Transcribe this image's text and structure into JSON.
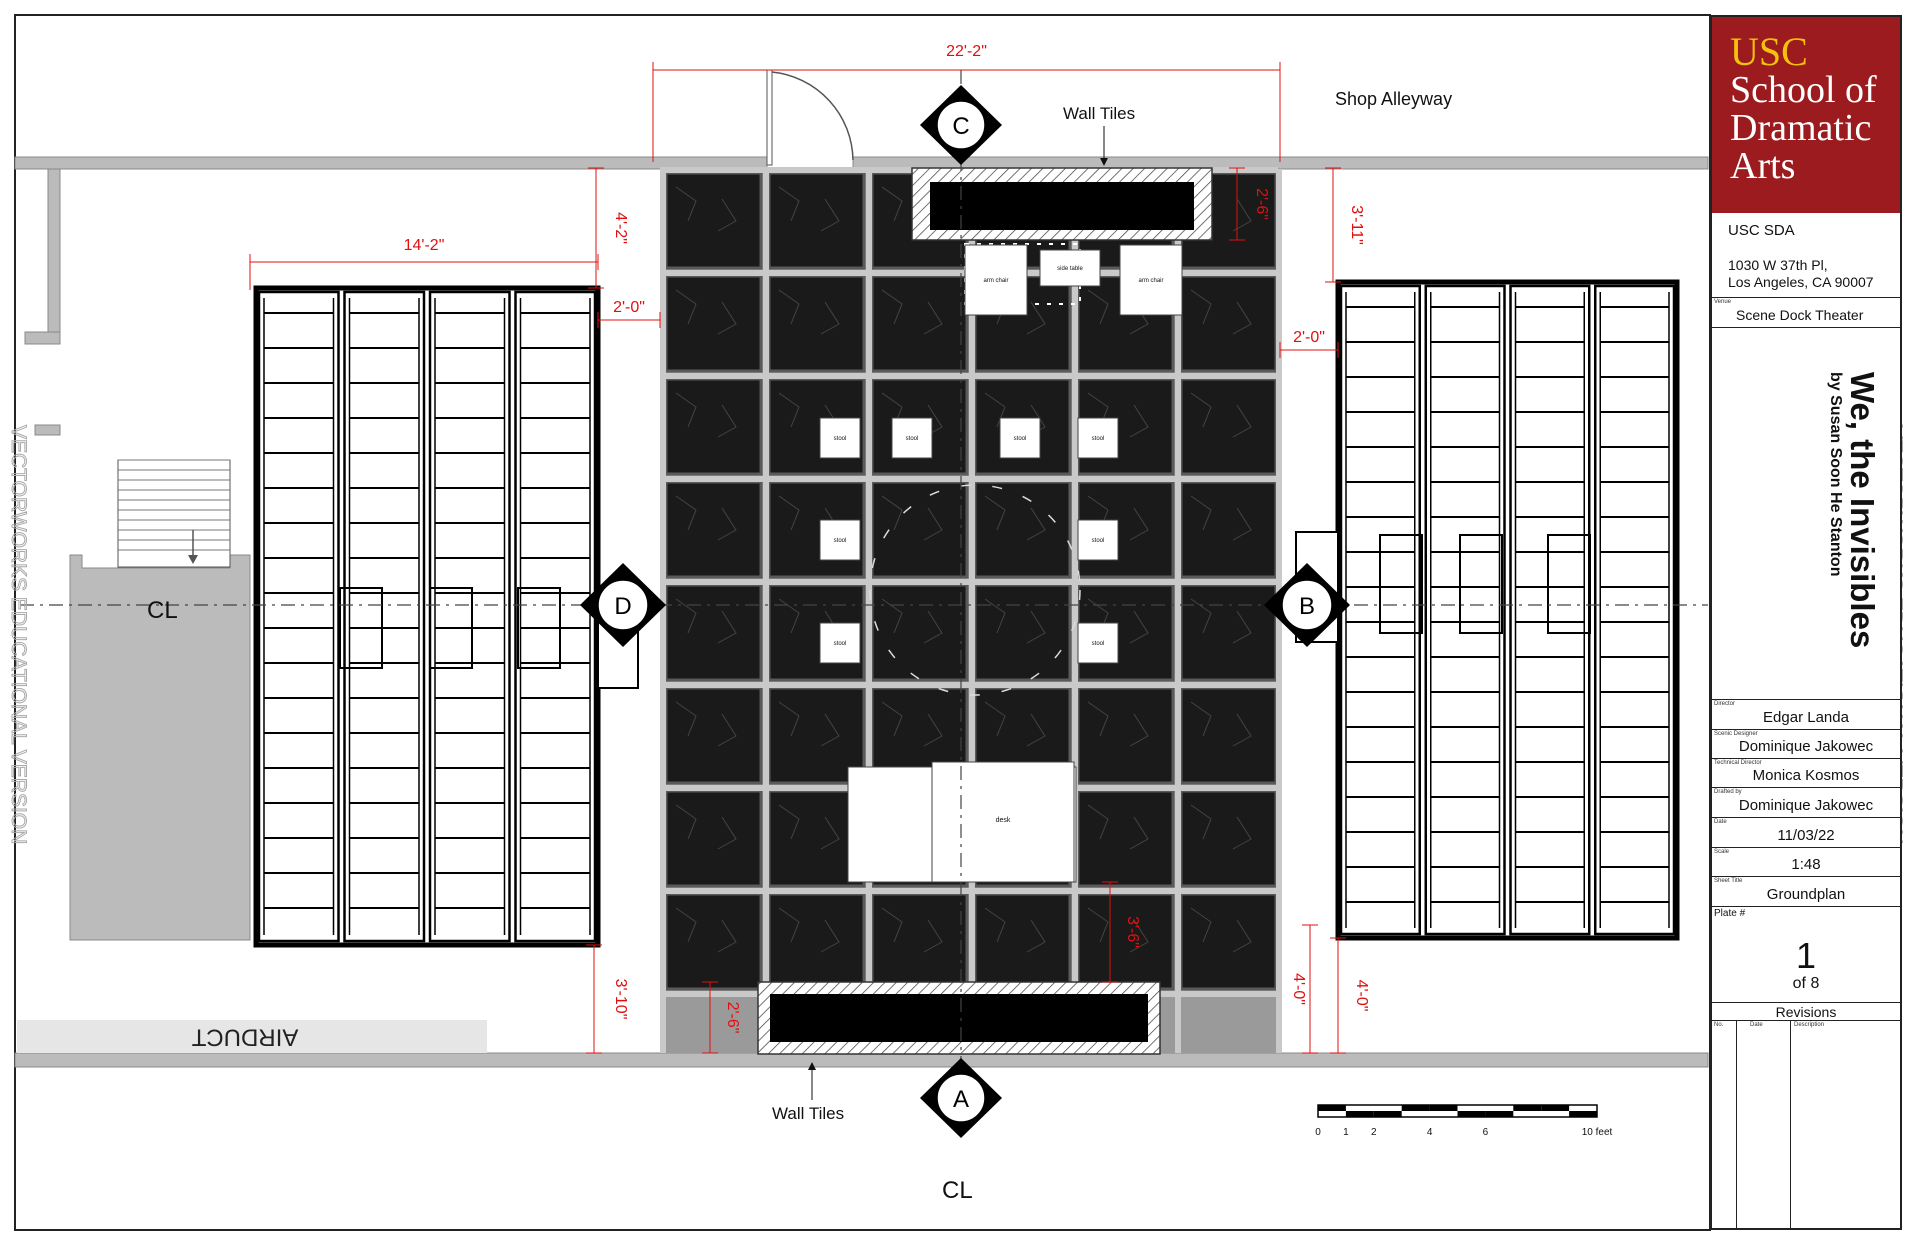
{
  "drawing": {
    "dimensions": {
      "top_width": "22'-2\"",
      "left_platform_width": "14'-2\"",
      "left_top_gap": "4'-2\"",
      "left_aisle": "2'-0\"",
      "right_aisle": "2'-0\"",
      "right_top_gap": "3'-11\"",
      "top_wall_depth": "2'-6\"",
      "left_bottom_gap": "3'-10\"",
      "bottom_wall_depth": "2'-6\"",
      "desk_gap": "3'-6\"",
      "right_bottom_gap_1": "4'-0\"",
      "right_bottom_gap_2": "4'-0\""
    },
    "labels": {
      "shop_alleyway": "Shop Alleyway",
      "wall_tiles_top": "Wall Tiles",
      "wall_tiles_bottom": "Wall Tiles",
      "airduct": "AIRDUCT",
      "centerline_left": "CL",
      "centerline_bottom": "CL",
      "watermark": "VECTORWORKS EDUCATIONAL VERSION"
    },
    "views": {
      "top": "C",
      "bottom": "A",
      "left": "D",
      "right": "B"
    },
    "furniture": {
      "arm_chair": "arm chair",
      "side_table": "side table",
      "stool": "stool",
      "desk": "desk"
    },
    "scale_bar": {
      "ticks": [
        "0",
        "1",
        "2",
        "4",
        "6",
        "10 feet"
      ]
    }
  },
  "title_block": {
    "logo_usc": "USC",
    "logo_school": [
      "School of",
      "Dramatic",
      "Arts"
    ],
    "org": "USC SDA",
    "address_1": "1030 W 37th Pl,",
    "address_2": "Los Angeles, CA 90007",
    "venue_label": "Venue",
    "venue": "Scene Dock Theater",
    "title": "We, the Invisibles",
    "author": "by Susan Soon He Stanton",
    "director_label": "Director",
    "director": "Edgar Landa",
    "scenic_label": "Scenic Designer",
    "scenic_designer": "Dominique Jakowec",
    "td_label": "Technical Director",
    "technical_director": "Monica Kosmos",
    "drafted_label": "Drafted by",
    "drafted_by": "Dominique Jakowec",
    "date_label": "Date",
    "date": "11/03/22",
    "scale_label": "Scale",
    "scale": "1:48",
    "sheet_label": "Sheet Title",
    "sheet_title": "Groundplan",
    "plate_label": "Plate #",
    "plate_number": "1",
    "plate_of": "of 8",
    "revisions": "Revisions",
    "rev_no": "No.",
    "rev_date": "Date",
    "rev_desc": "Description"
  }
}
